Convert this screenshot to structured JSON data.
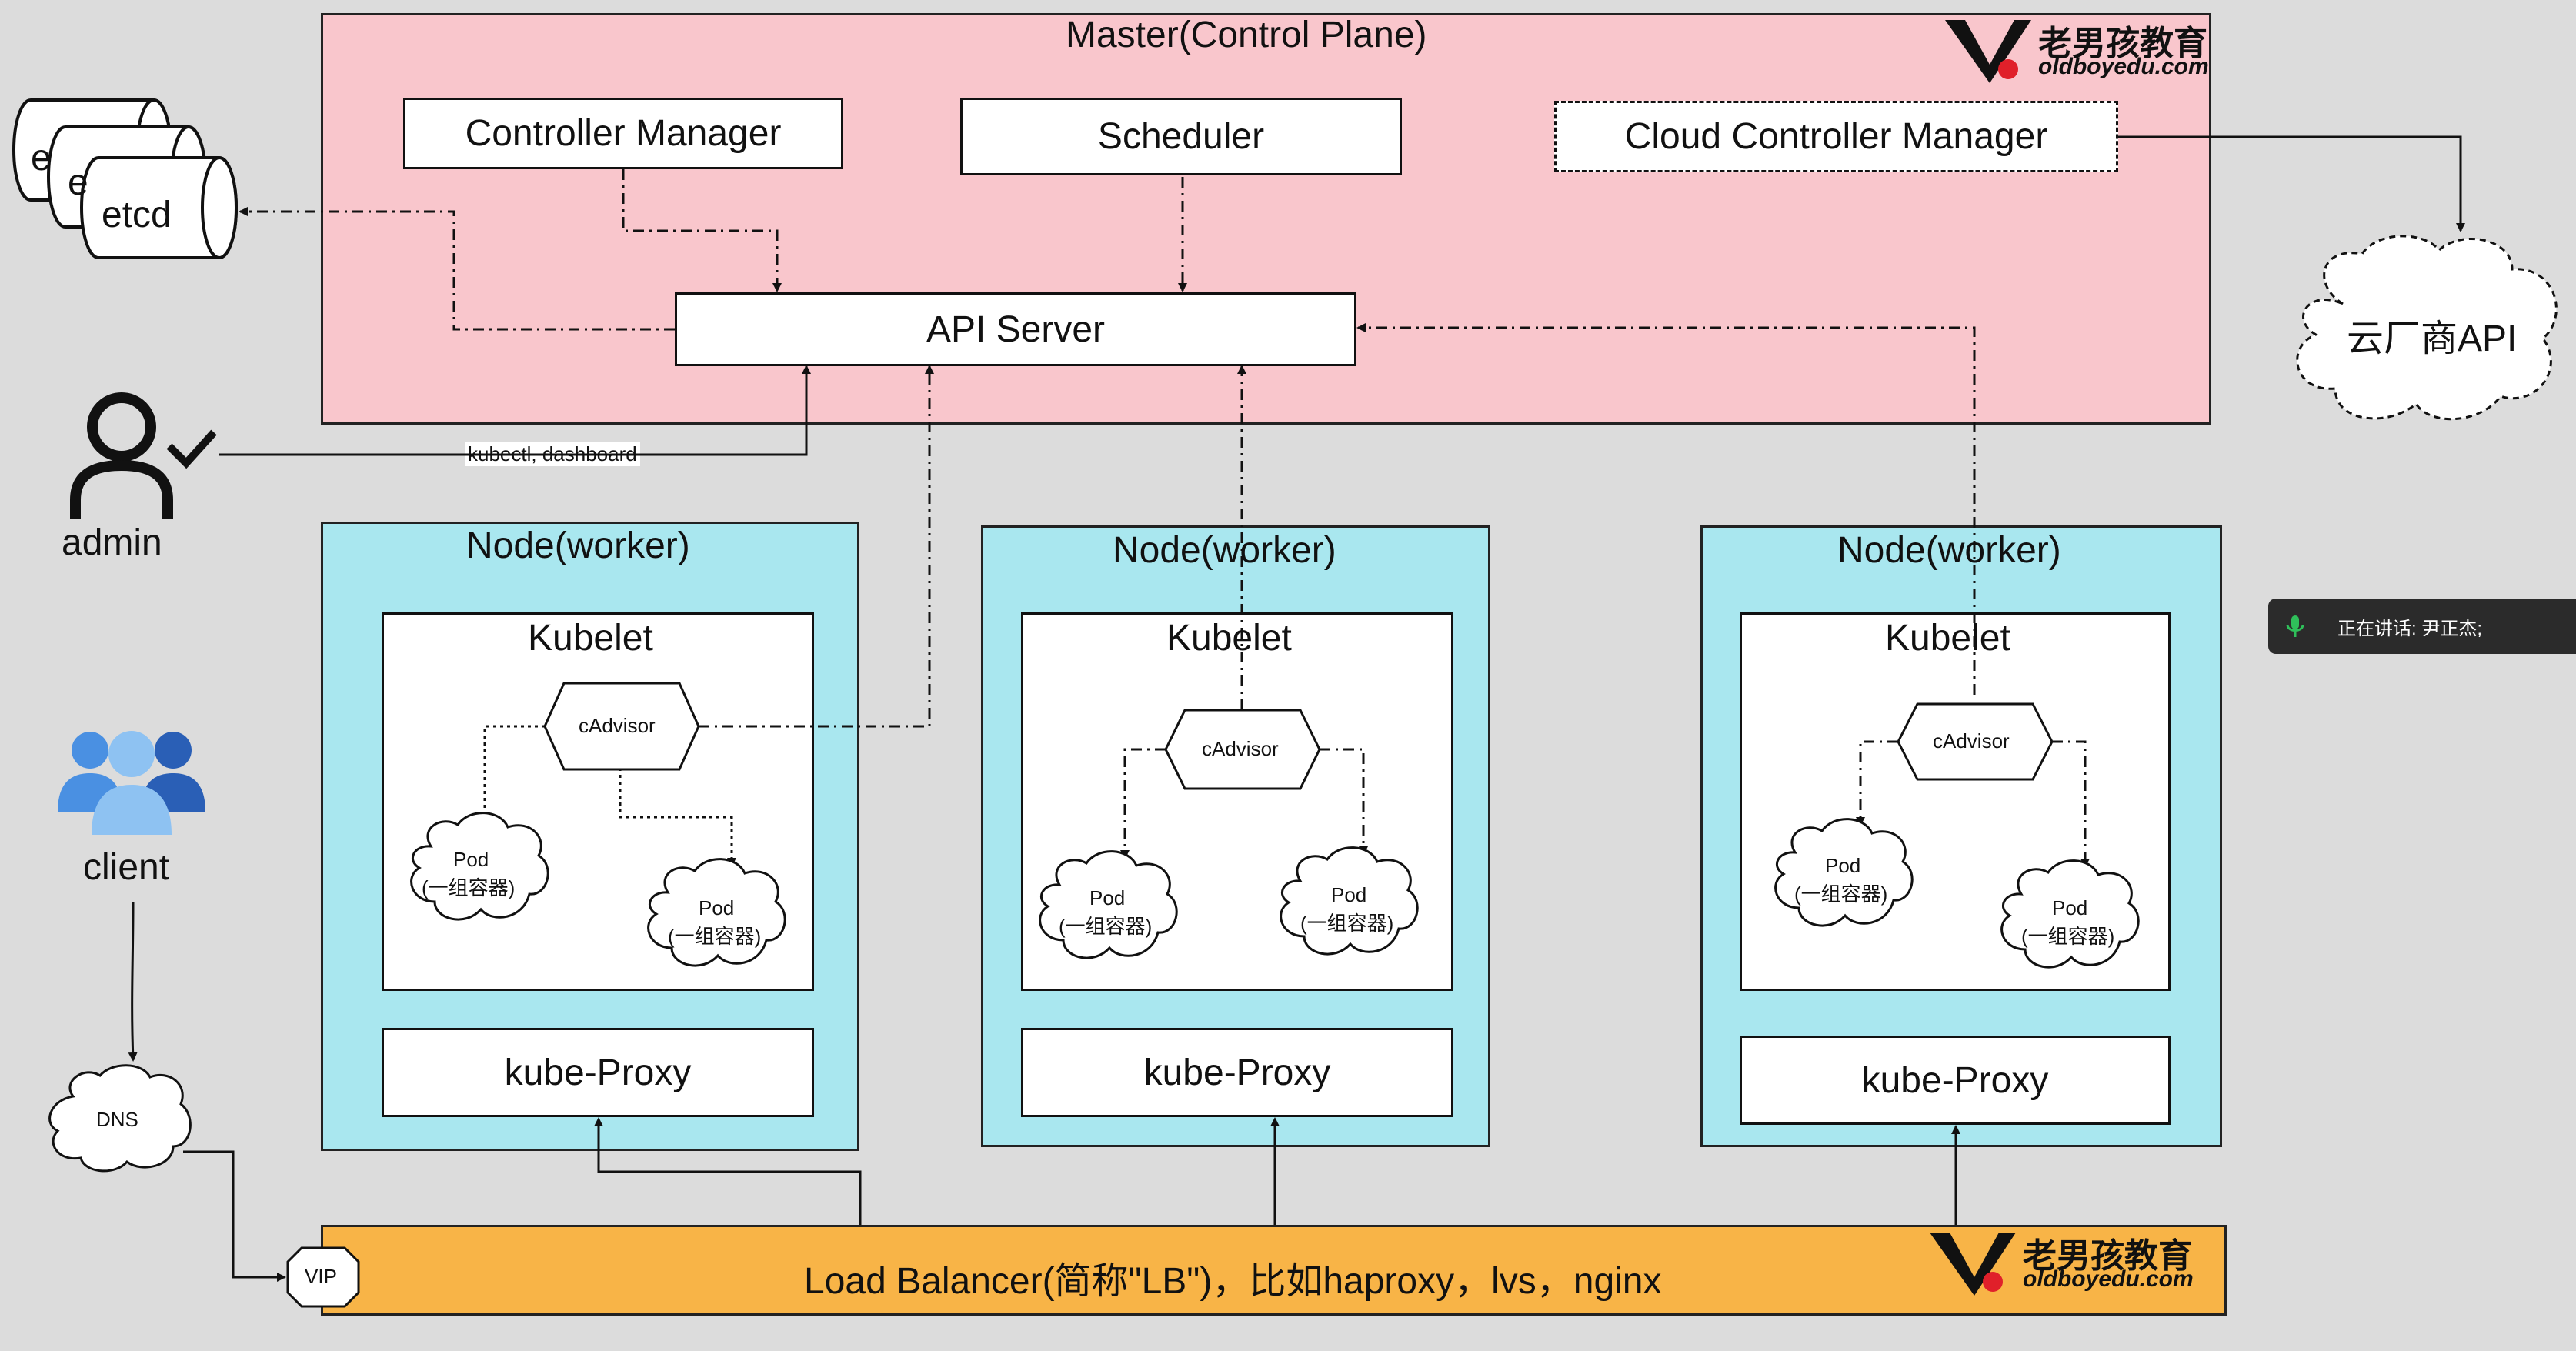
{
  "master": {
    "title": "Master(Control Plane)",
    "controller_manager": "Controller Manager",
    "scheduler": "Scheduler",
    "cloud_controller_manager": "Cloud Controller Manager",
    "api_server": "API Server"
  },
  "etcd": {
    "label": "etcd",
    "back_labels": [
      "e",
      "e"
    ]
  },
  "cloud_api": {
    "label": "云厂商API"
  },
  "admin": {
    "label": "admin",
    "access_label": "kubectl, dashboard"
  },
  "client": {
    "label": "client"
  },
  "dns": {
    "label": "DNS"
  },
  "vip": {
    "label": "VIP"
  },
  "nodes": [
    {
      "title": "Node(worker)",
      "kubelet": "Kubelet",
      "cadvisor": "cAdvisor",
      "pods": [
        {
          "name": "Pod",
          "desc": "(一组容器)"
        },
        {
          "name": "Pod",
          "desc": "(一组容器)"
        }
      ],
      "proxy": "kube-Proxy"
    },
    {
      "title": "Node(worker)",
      "kubelet": "Kubelet",
      "cadvisor": "cAdvisor",
      "pods": [
        {
          "name": "Pod",
          "desc": "(一组容器)"
        },
        {
          "name": "Pod",
          "desc": "(一组容器)"
        }
      ],
      "proxy": "kube-Proxy"
    },
    {
      "title": "Node(worker)",
      "kubelet": "Kubelet",
      "cadvisor": "cAdvisor",
      "pods": [
        {
          "name": "Pod",
          "desc": "(一组容器)"
        },
        {
          "name": "Pod",
          "desc": "(一组容器)"
        }
      ],
      "proxy": "kube-Proxy"
    }
  ],
  "load_balancer": {
    "label": "Load Balancer(简称\"LB\")，比如haproxy，lvs，nginx"
  },
  "brand": {
    "name": "老男孩教育",
    "domain": "oldboyedu.com"
  },
  "toast": {
    "text": "正在讲话: 尹正杰;"
  },
  "colors": {
    "master_bg": "#f9c6cc",
    "node_bg": "#a9e7ef",
    "lb_bg": "#f8b447",
    "canvas_bg": "#dcdcdc",
    "brand_red": "#e0202a"
  }
}
